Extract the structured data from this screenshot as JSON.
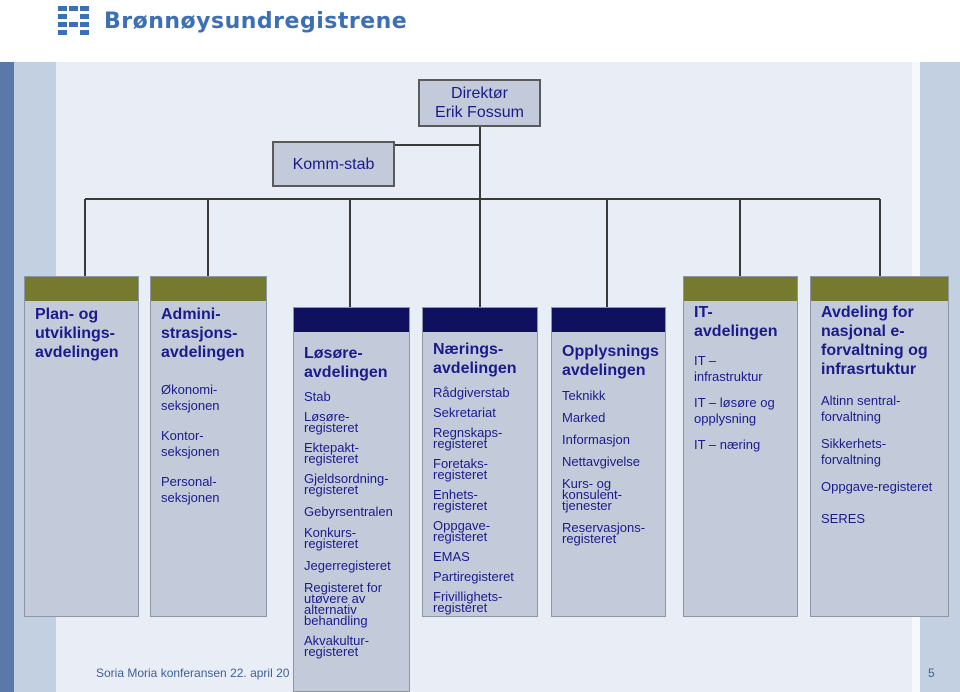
{
  "brand": {
    "name": "Brønnøysundregistrene",
    "color": "#3d6fb6"
  },
  "director": {
    "line1": "Direktør",
    "line2": "Erik Fossum"
  },
  "staff": {
    "label": "Komm-stab"
  },
  "departments": [
    {
      "title": "Plan- og\nutviklings-\navdelingen",
      "items": []
    },
    {
      "title": "Admini-\nstrasjons-\navdelingen",
      "items": [
        "Økonomi-\nseksjonen",
        "Kontor-\nseksjonen",
        "Personal-\nseksjonen"
      ]
    },
    {
      "title": "Løsøre-\navdelingen",
      "items": [
        "Stab",
        "Løsøre-\nregisteret",
        "Ektepakt-\nregisteret",
        "Gjeldsordning-\nregisteret",
        "Gebyrsentralen",
        "Konkurs-\nregisteret",
        "Jegerregisteret",
        "Registeret for\nutøvere av\nalternativ\nbehandling",
        "Akvakultur-\nregisteret"
      ]
    },
    {
      "title": "Nærings-\navdelingen",
      "items": [
        "Rådgiverstab",
        "Sekretariat",
        "Regnskaps-\nregisteret",
        "Foretaks-\nregisteret",
        "Enhets-\nregisteret",
        "Oppgave-\nregisteret",
        "EMAS",
        "Partiregisteret",
        "Frivillighets-\nregisteret"
      ]
    },
    {
      "title": "Opplysnings\navdelingen",
      "items": [
        "Teknikk",
        "Marked",
        "Informasjon",
        "Nettavgivelse",
        "Kurs- og\nkonsulent-\ntjenester",
        "Reservasjons-\nregisteret"
      ]
    },
    {
      "title": "IT-\navdelingen",
      "items": [
        "IT –\ninfrastruktur",
        "IT – løsøre og\nopplysning",
        "IT – næring"
      ]
    },
    {
      "title": "Avdeling for\nnasjonal e-\nforvaltning og\ninfrasrtuktur",
      "items": [
        "Altinn sentral-\nforvaltning",
        "Sikkerhets-\nforvaltning",
        "Oppgave-registeret",
        "SERES"
      ]
    }
  ],
  "footer": {
    "text": "Soria Moria konferansen 22. april 20",
    "page": "5"
  }
}
